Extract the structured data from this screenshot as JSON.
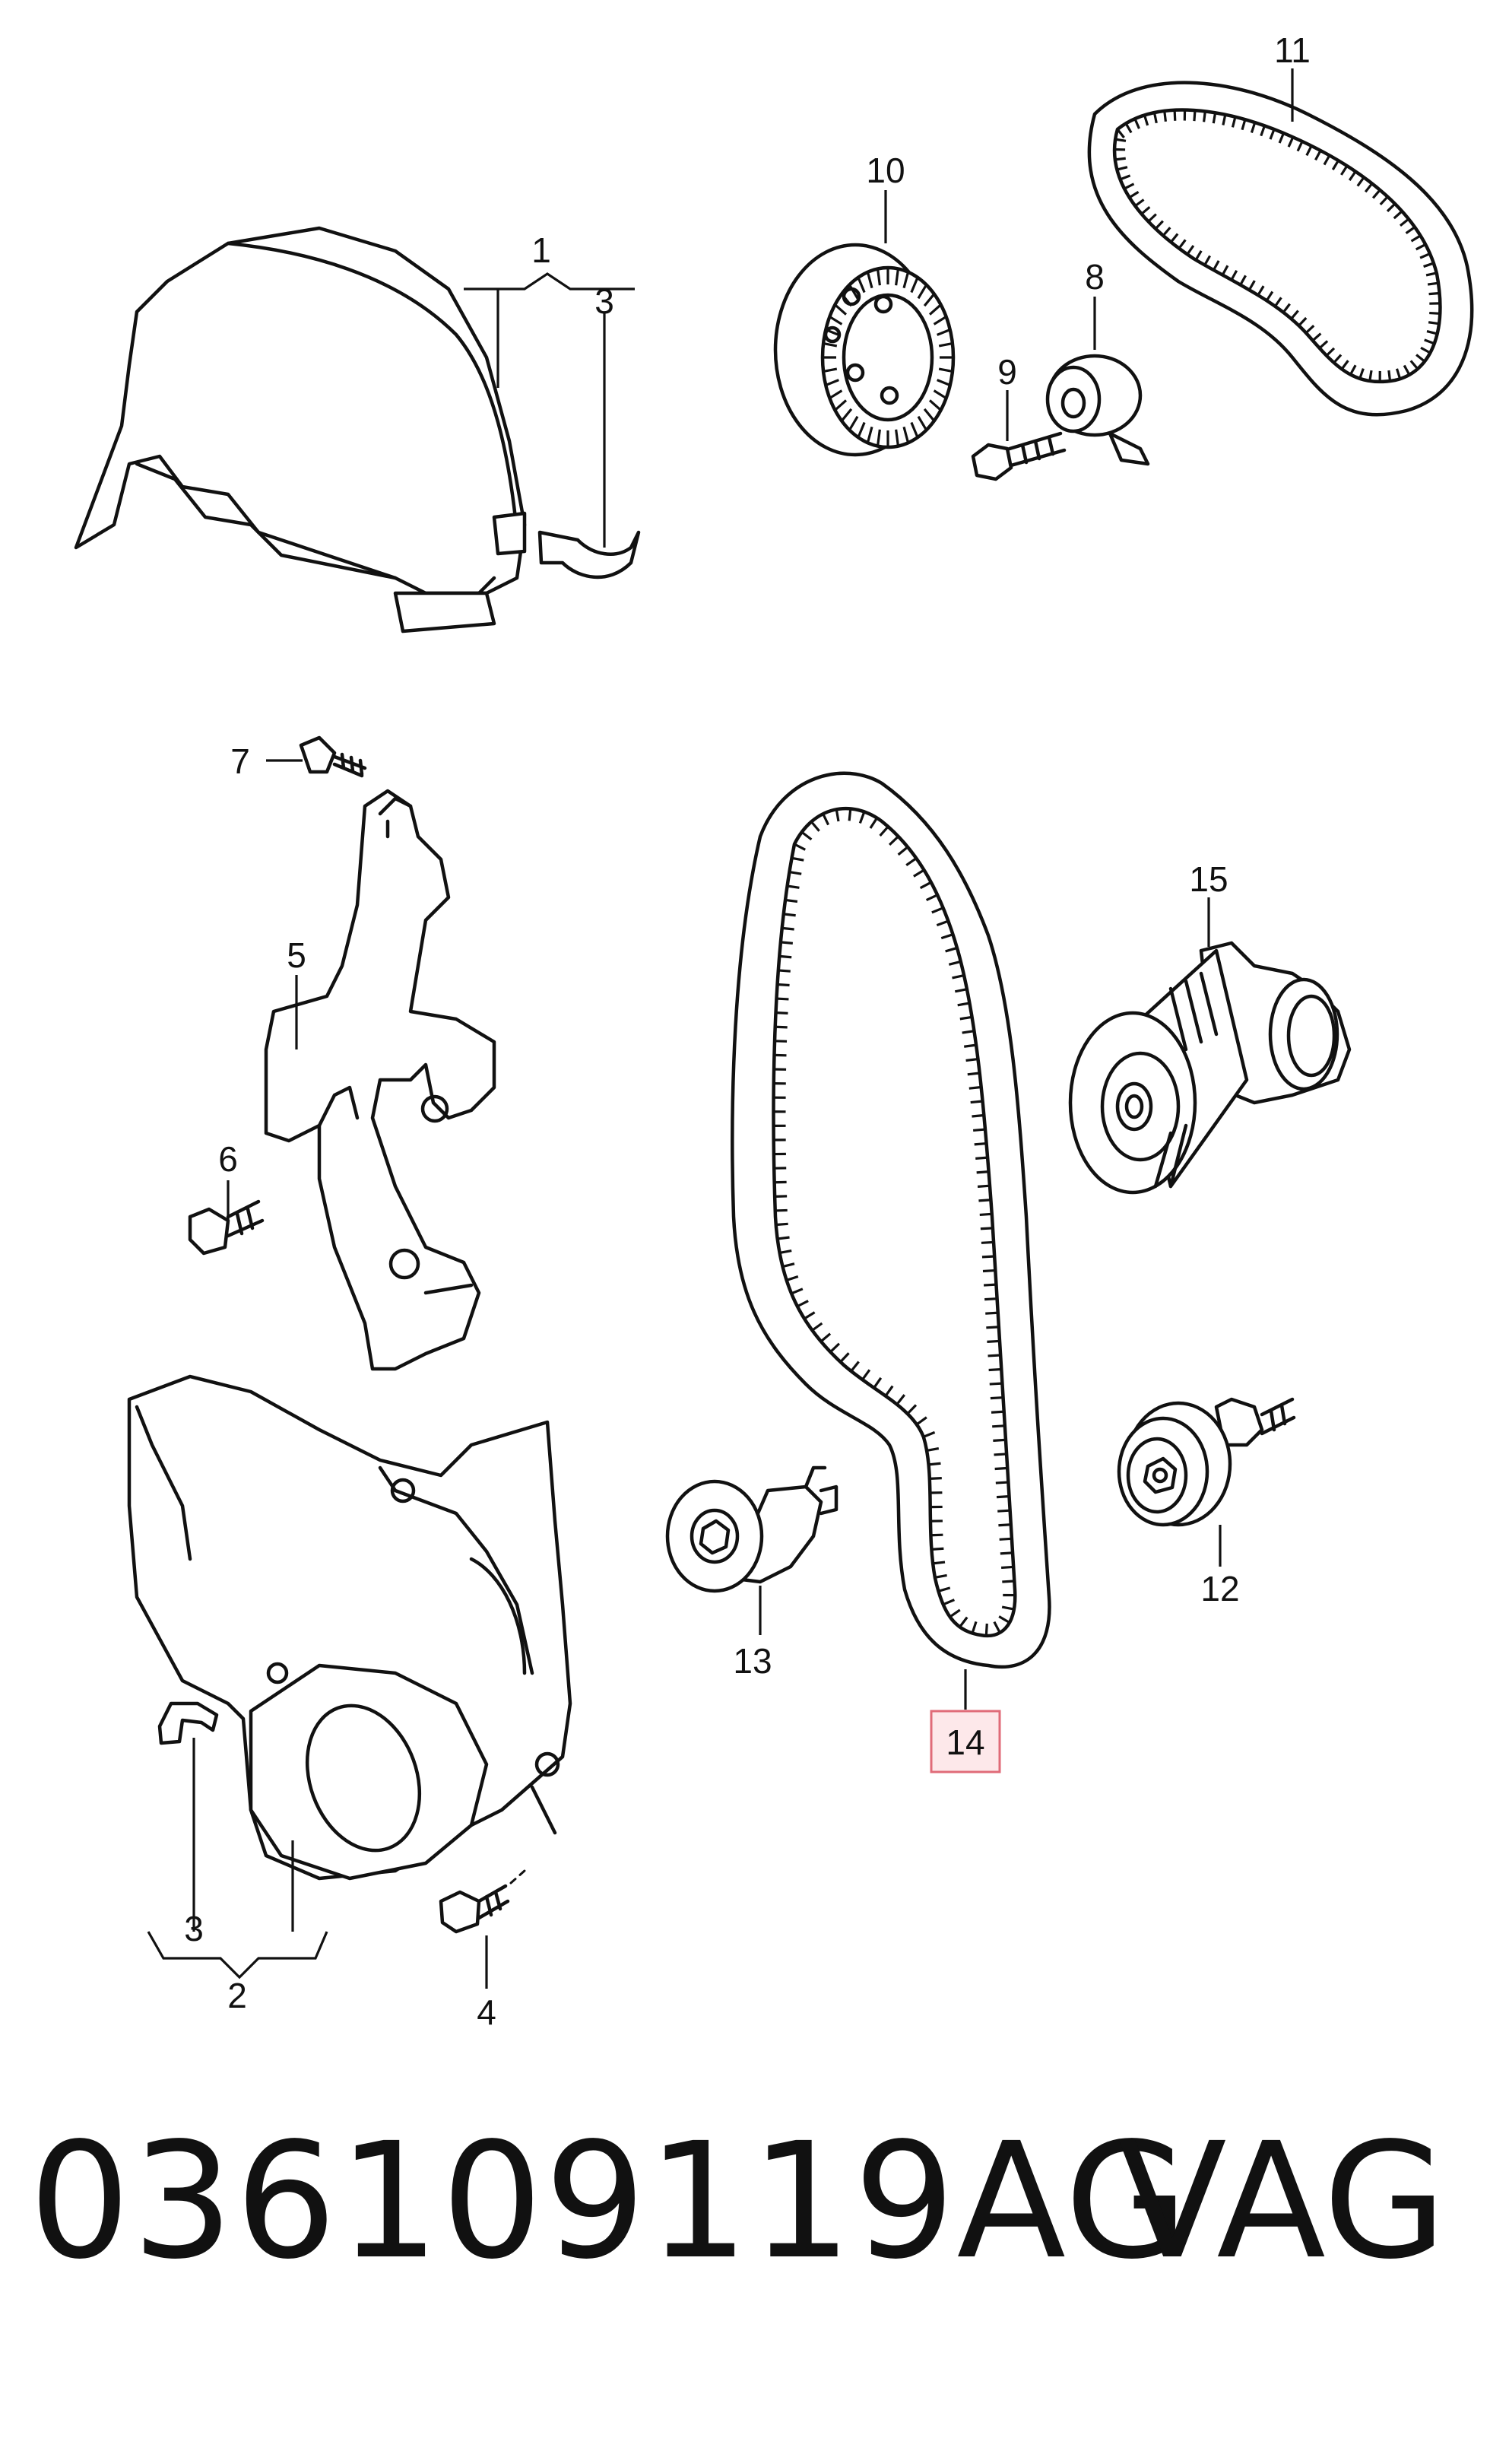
{
  "callouts": {
    "c1": "1",
    "c2": "2",
    "c3a": "3",
    "c3b": "3",
    "c4": "4",
    "c5": "5",
    "c6": "6",
    "c7": "7",
    "c8": "8",
    "c9": "9",
    "c10": "10",
    "c11": "11",
    "c12": "12",
    "c13": "13",
    "c14": "14",
    "c15": "15"
  },
  "highlighted_callout": "14",
  "highlight_color": "#e06b78",
  "footer": {
    "part_number": "036109119AG",
    "brand": "VAG"
  }
}
